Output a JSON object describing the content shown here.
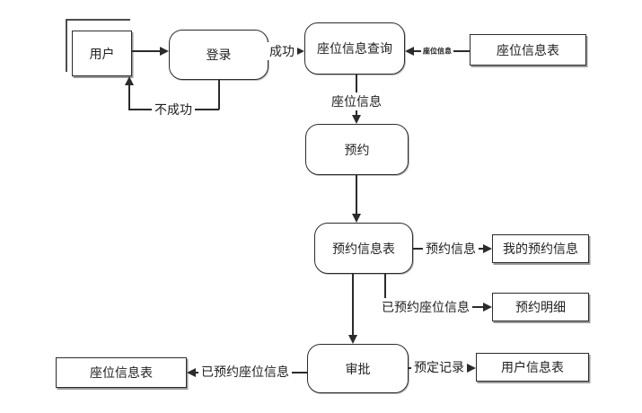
{
  "diagram": {
    "type": "data-flow-diagram",
    "language": "zh-CN",
    "nodes": {
      "user": "用户",
      "login": "登录",
      "seat_query": "座位信息查询",
      "seat_table_top": "座位信息表",
      "reserve": "预约",
      "reserve_table": "预约信息表",
      "my_reserve_info": "我的预约信息",
      "reserve_detail": "预约明细",
      "approve": "审批",
      "seat_table_bottom": "座位信息表",
      "user_table": "用户信息表"
    },
    "edges": {
      "success": "成功",
      "fail": "不成功",
      "seat_info_in": "座位信息",
      "seat_info_down": "座位信息",
      "reserve_info": "预约信息",
      "reserved_seat_to_detail": "已预约座位信息",
      "reserved_seat_to_table": "已预约座位信息",
      "booking_record": "预定记录"
    },
    "colors": {
      "stroke": "#2b2b2b",
      "shadow": "#9a9a9a",
      "background": "#ffffff"
    }
  }
}
